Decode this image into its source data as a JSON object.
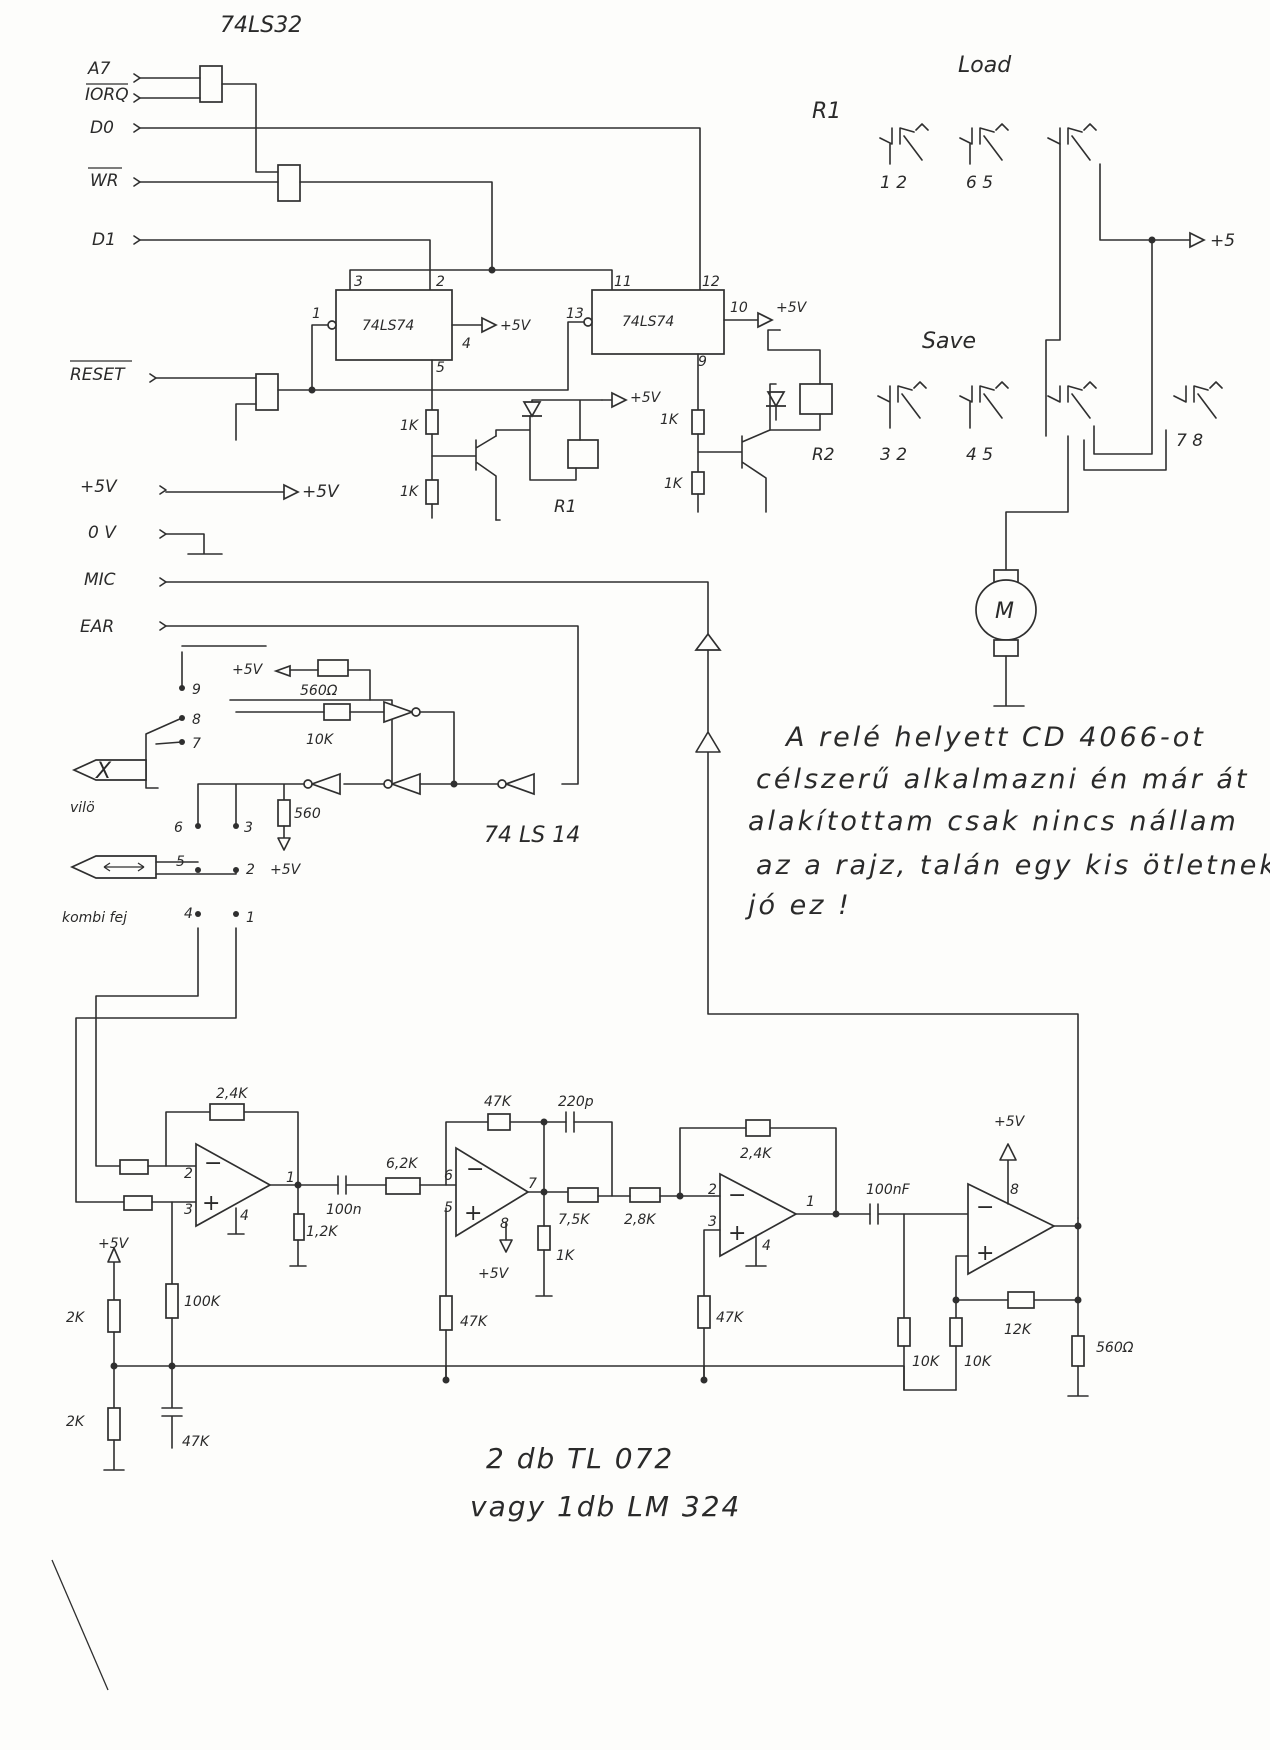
{
  "ic_top": "74LS32",
  "inputs": [
    "A7",
    "IORQ",
    "D0",
    "WR",
    "D1",
    "RESET",
    "+5V",
    "0 V",
    "MIC",
    "EAR"
  ],
  "ff1_label": "74LS74",
  "ff2_label": "74LS74",
  "ff1_pins": [
    "3",
    "2",
    "1",
    "4",
    "5"
  ],
  "ff2_pins": [
    "11",
    "12",
    "13",
    "10",
    "9"
  ],
  "vcc": "+5V",
  "vcc_arrow": "+5V",
  "r_1k": "1K",
  "relay1": "R1",
  "relay2": "R2",
  "load_label": "Load",
  "save_label": "Save",
  "r1_label": "R1",
  "load_pins": [
    "1 2",
    "6 5"
  ],
  "save_pins": [
    "3 2",
    "4 5",
    "7 8"
  ],
  "motor": "M",
  "cut_label": "+5",
  "r560": "560Ω",
  "r10k": "10K",
  "r560b": "560",
  "jumpers": [
    "9",
    "8",
    "7",
    "6",
    "3",
    "5",
    "2",
    "4",
    "1"
  ],
  "ls14": "74 LS 14",
  "conn_x": "X",
  "conn_x_label": "vilö",
  "conn_k_label": "kombi fej",
  "note_lines": [
    "A relé helyett  CD 4066-ot",
    "célszerű alkalmazni én már át",
    "alakítottam csak nincs nállam",
    "az a rajz, talán egy kis ötletnek",
    "jó ez !"
  ],
  "amp": {
    "r24k_a": "2,4K",
    "r1_2k": "1,2K",
    "c100n": "100n",
    "r62k": "6,2K",
    "r47k_a": "47K",
    "c220p": "220p",
    "r75k": "7,5K",
    "r28k": "2,8K",
    "r1k": "1K",
    "r47k_b": "47K",
    "r24k_b": "2,4K",
    "c100nf": "100nF",
    "r47k_c": "47K",
    "r10k_a": "10K",
    "r10k_b": "10K",
    "r12k": "12K",
    "r560": "560Ω",
    "r2k_a": "2K",
    "r2k_b": "2K",
    "r100k": "100K",
    "c47k": "47K",
    "vcc1": "+5V",
    "vcc2": "+5V",
    "vcc3": "+5V",
    "pins": [
      "2",
      "3",
      "1",
      "4",
      "6",
      "5",
      "7",
      "8",
      "2",
      "3",
      "1",
      "4",
      "8"
    ]
  },
  "footer_line1": "2 db  TL 072",
  "footer_line2": "vagy  1db  LM 324"
}
